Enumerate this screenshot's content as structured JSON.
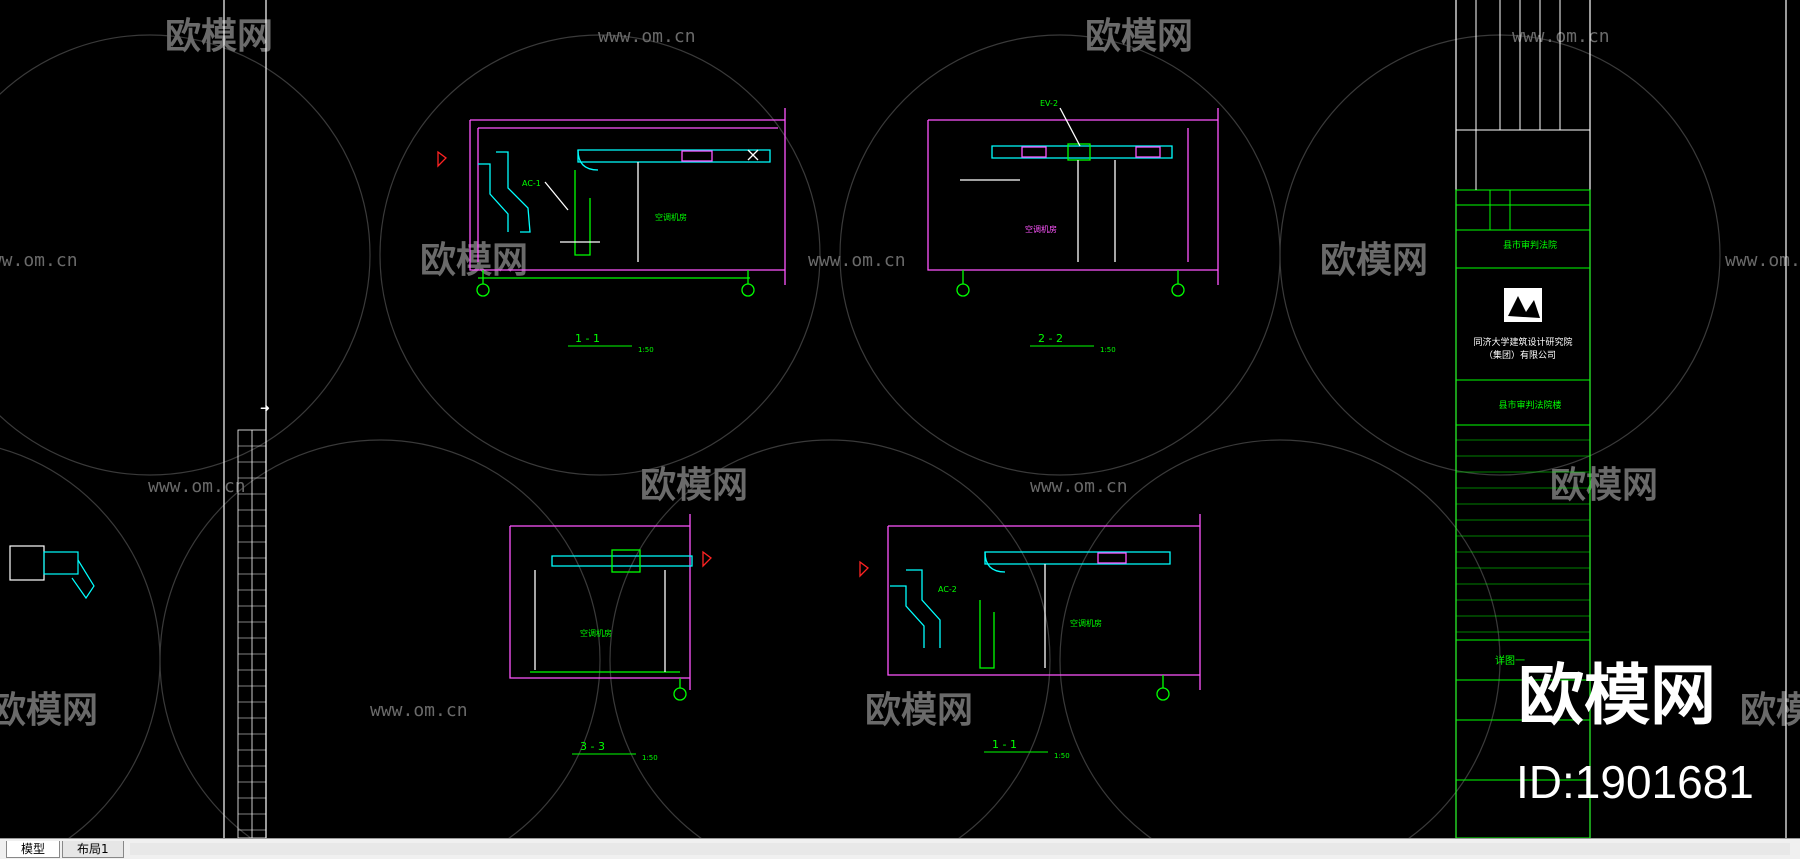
{
  "watermark": {
    "brand": "欧模网",
    "url": "www.om.cn",
    "big_brand": "欧模网",
    "id_label": "ID:1901681"
  },
  "sections": [
    {
      "name": "1 - 1",
      "scale": "1:50"
    },
    {
      "name": "2 - 2",
      "scale": "1:50"
    },
    {
      "name": "3 - 3",
      "scale": "1:50"
    },
    {
      "name": "1 - 1",
      "scale": "1:50"
    }
  ],
  "drawing_labels": {
    "ac1": "AC-1",
    "ac2": "AC-2",
    "ev2": "EV-2",
    "room_a": "空调机房",
    "room_b": "空调机房",
    "room_c": "空调机房",
    "room_d": "空调机房"
  },
  "title_block": {
    "project": "县市审判法院",
    "institute_cn": "同济大学建筑设计研究院",
    "institute_cn2": "（集团）有限公司",
    "project2": "县市审判法院楼",
    "drawing_title": "详图一"
  },
  "tabs": {
    "model": "模型",
    "layout1": "布局1"
  },
  "colors": {
    "background": "#000000",
    "walls": "#ff55ff",
    "duct": "#00ffff",
    "green": "#00ff00",
    "white": "#ffffff",
    "red": "#ff2222",
    "watermark": "#5a5a5a"
  }
}
